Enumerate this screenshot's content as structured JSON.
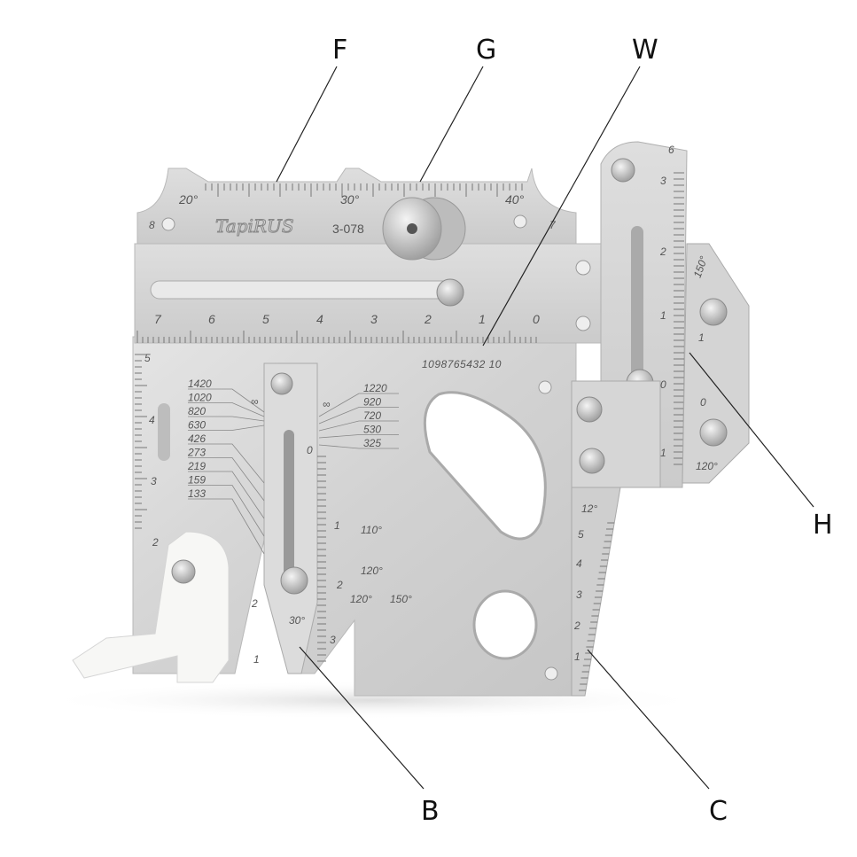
{
  "callouts": {
    "F": "F",
    "G": "G",
    "W": "W",
    "H": "H",
    "B": "B",
    "C": "C"
  },
  "brand": "TapiRUS",
  "model": "3-078",
  "top_scale": {
    "angles": [
      "20°",
      "30°",
      "40°"
    ],
    "hole_left": "8",
    "hole_right": "7"
  },
  "main_scale": [
    "7",
    "6",
    "5",
    "4",
    "3",
    "2",
    "1",
    "0"
  ],
  "vernier_scale": "1098765432 10",
  "pipe_diameters_left": [
    "1420",
    "1020",
    "820",
    "630",
    "426",
    "273",
    "219",
    "159",
    "133"
  ],
  "pipe_diameters_right": [
    "1220",
    "920",
    "720",
    "530",
    "325"
  ],
  "infinity": "∞",
  "center_scale": {
    "zero": "0",
    "one": "1",
    "two": "2",
    "three": "3",
    "a110": "110°",
    "a120": "120°",
    "b120": "120°",
    "b150": "150°",
    "a30": "30°"
  },
  "left_scale": [
    "5",
    "4",
    "3",
    "2",
    "2",
    "1"
  ],
  "arm_scale": [
    "6",
    "3",
    "2",
    "1",
    "0",
    "1"
  ],
  "bracket_scale": {
    "a150": "150°",
    "a120": "120°",
    "one": "1",
    "zero": "0"
  },
  "wedge_scale": {
    "angle": "12°",
    "values": [
      "5",
      "4",
      "3",
      "2",
      "1"
    ]
  }
}
